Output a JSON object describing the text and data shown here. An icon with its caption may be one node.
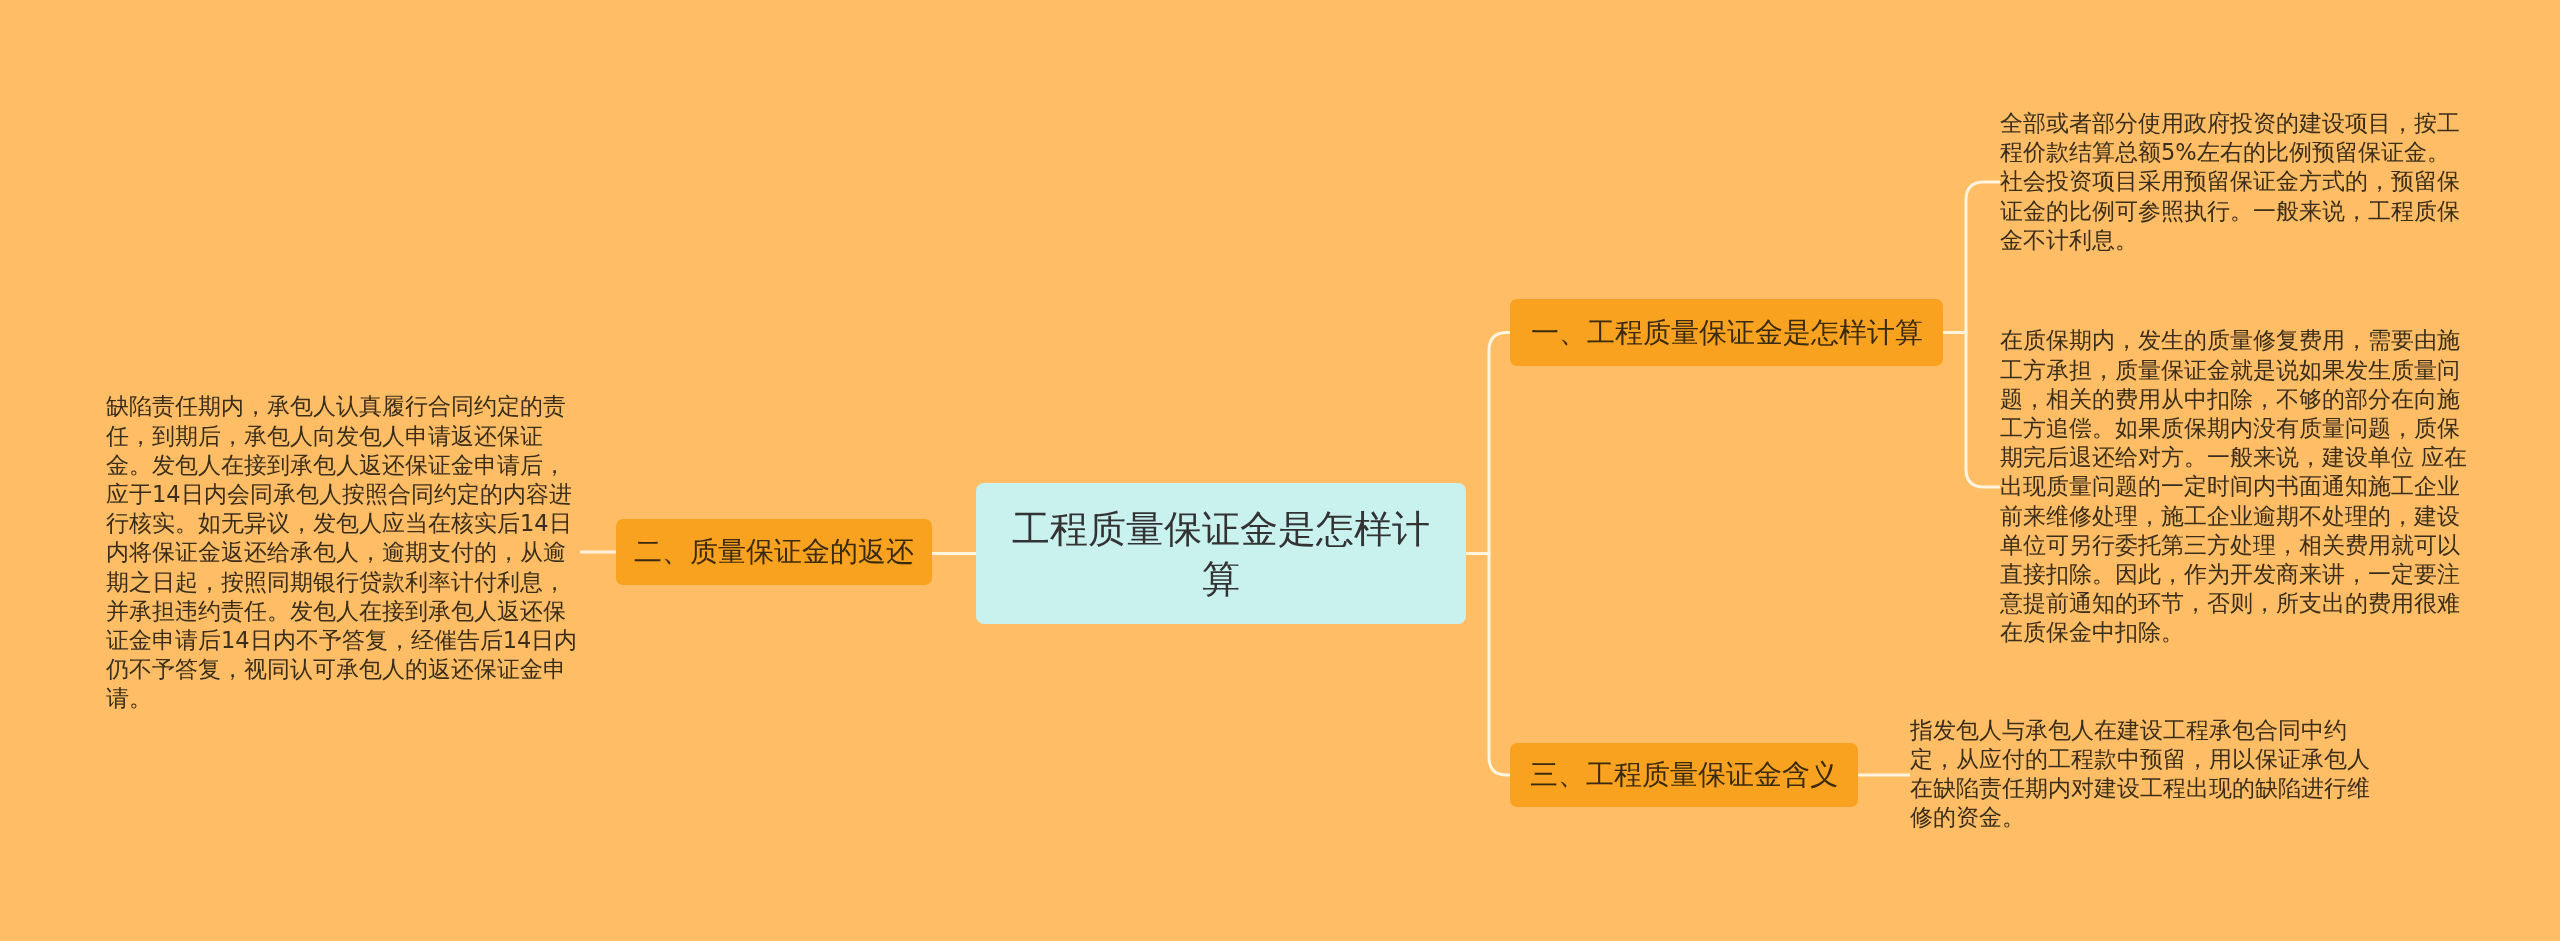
{
  "diagram": {
    "nodes": [
      {
        "text": [
          "工程质量保证金是怎样计算"
        ]
      },
      {
        "text": [
          "一、工程质量保证金是怎样计算"
        ]
      },
      {
        "text": [
          "全部或者部分使用政府投资的建设项目，按工程价款结算总额5%左右的比例预留保证金。社会投资项目采用预留保证金方式的，预留保证金的比例可参照执行。一般来说，工程质保金不计利息。"
        ]
      },
      {
        "text": [
          "在质保期内，发生的质量修复费用，需要由施工方承担，质量保证金就是说如果发生质量问题，相关的费用从中扣除，不够的部分在向施工方追偿。如果质保期内没有质量问题，质保期完后退还给对方。一般来说，建设单位 应在出现质量问题的一定时间内书面通知施工企业前来维修处理，施工企业逾期不处理的，建设单位可另行委托第三方处理，相关费用就可以直接扣除。因此，作为开发商来讲，一定要注意提前通知的环节，否则，所支出的费用很难在质保金中扣除。"
        ]
      },
      {
        "text": [
          "三、工程质量保证金含义"
        ]
      },
      {
        "text": [
          "指发包人与承包人在建设工程承包合同中约定，从应付的工程款中预留，用以保证承包人在缺陷责任期内对建设工程出现的缺陷进行维修的资金。"
        ]
      },
      {
        "text": [
          "二、质量保证金的返还"
        ]
      },
      {
        "text": [
          "缺陷责任期内，承包人认真履行合同约定的责任，到期后，承包人向发包人申请返还保证金。发包人在接到承包人返还保证金申请后，应于14日内会同承包人按照合同约定的内容进行核实。如无异议，发包人应当在核实后14日内将保证金返还给承包人，逾期支付的，从逾期之日起，按照同期银行贷款利率计付利息，并承担违约责任。发包人在接到承包人返还保证金申请后14日内不予答复，经催告后14日内仍不予答复，视同认可承包人的返还保证金申请。"
        ]
      }
    ],
    "edges": [
      {
        "from": 0,
        "to": 1,
        "arrow": "none"
      },
      {
        "from": 0,
        "to": 4,
        "arrow": "none"
      },
      {
        "from": 1,
        "to": 2,
        "arrow": "none"
      },
      {
        "from": 1,
        "to": 3,
        "arrow": "none"
      },
      {
        "from": 4,
        "to": 5,
        "arrow": "none"
      },
      {
        "from": 0,
        "to": 6,
        "arrow": "none"
      },
      {
        "from": 6,
        "to": 7,
        "arrow": "none"
      }
    ]
  }
}
